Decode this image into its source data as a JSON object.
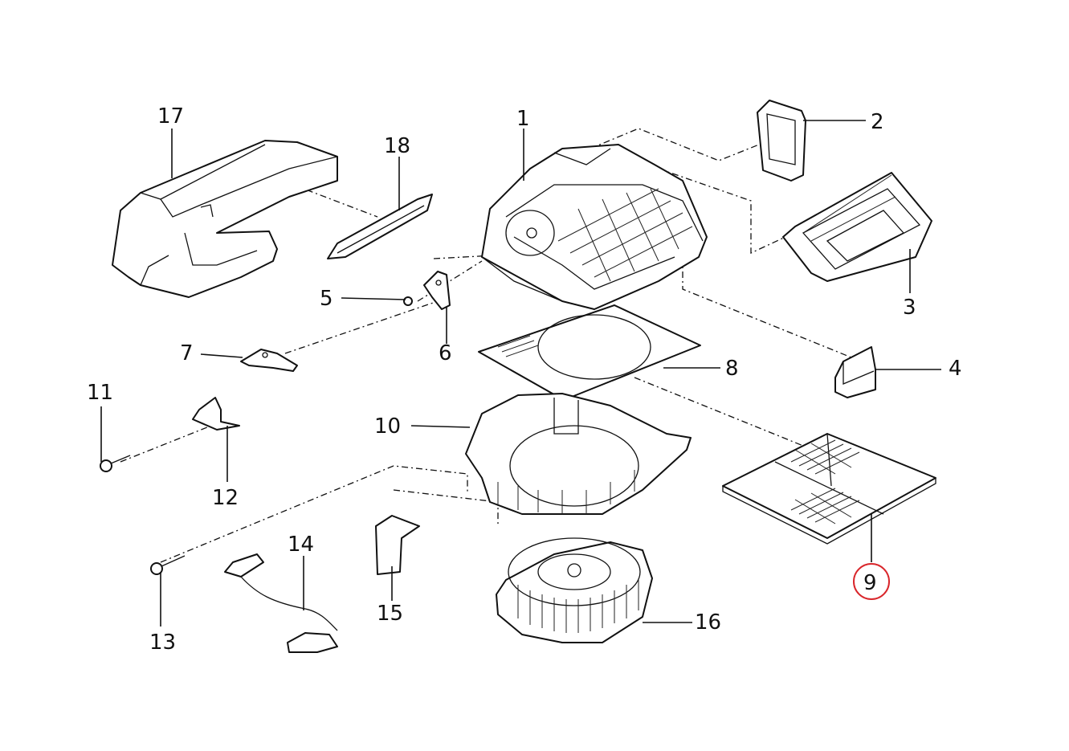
{
  "callouts": [
    {
      "id": "1",
      "label": "1"
    },
    {
      "id": "2",
      "label": "2"
    },
    {
      "id": "3",
      "label": "3"
    },
    {
      "id": "4",
      "label": "4"
    },
    {
      "id": "5",
      "label": "5"
    },
    {
      "id": "6",
      "label": "6"
    },
    {
      "id": "7",
      "label": "7"
    },
    {
      "id": "8",
      "label": "8"
    },
    {
      "id": "9",
      "label": "9",
      "highlighted": true
    },
    {
      "id": "10",
      "label": "10"
    },
    {
      "id": "11",
      "label": "11"
    },
    {
      "id": "12",
      "label": "12"
    },
    {
      "id": "13",
      "label": "13"
    },
    {
      "id": "14",
      "label": "14"
    },
    {
      "id": "15",
      "label": "15"
    },
    {
      "id": "16",
      "label": "16"
    },
    {
      "id": "17",
      "label": "17"
    },
    {
      "id": "18",
      "label": "18"
    }
  ],
  "colors": {
    "line": "#111111",
    "highlight": "#d9262b",
    "background": "#ffffff"
  }
}
